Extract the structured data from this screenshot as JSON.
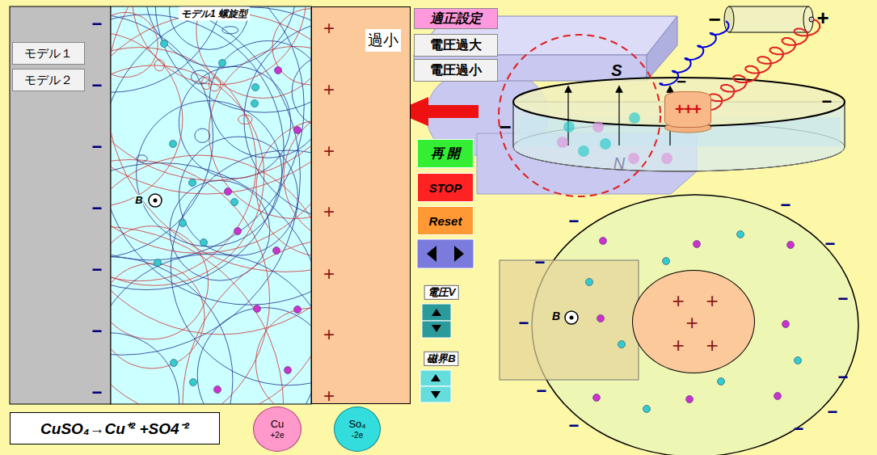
{
  "diagram": {
    "nodes": [
      {
        "text": [
          "モデル１"
        ]
      },
      {
        "text": [
          "モデル２"
        ]
      },
      {
        "text": [
          "モデル1 螺旋型"
        ]
      },
      {
        "text": [
          "過小"
        ]
      },
      {
        "text": [
          "適正設定"
        ]
      },
      {
        "text": [
          "電圧過大"
        ]
      },
      {
        "text": [
          "電圧過小"
        ]
      },
      {
        "text": [
          "再 開"
        ]
      },
      {
        "text": [
          "STOP"
        ]
      },
      {
        "text": [
          "Reset"
        ]
      },
      {
        "text": [
          "CuSO₄→Cu⁺² +SO4⁻²"
        ]
      },
      {
        "text": [
          "Cu",
          "+2e"
        ]
      },
      {
        "text": [
          "So₄",
          "-2e"
        ]
      },
      {
        "text": [
          "+",
          "+",
          "+",
          "+",
          "+"
        ]
      },
      {
        "text": [
          "+++"
        ]
      }
    ],
    "labels": [
      "−",
      "−",
      "−",
      "−",
      "−",
      "−",
      "−",
      "+",
      "+",
      "+",
      "+",
      "+",
      "+",
      "+",
      "B",
      "電圧V",
      "磁界B",
      "S",
      "N",
      "−",
      "+",
      "−",
      "−",
      "−",
      "B",
      "−",
      "−",
      "−",
      "−",
      "−",
      "−",
      "−",
      "−",
      "−",
      "−",
      "−"
    ]
  }
}
